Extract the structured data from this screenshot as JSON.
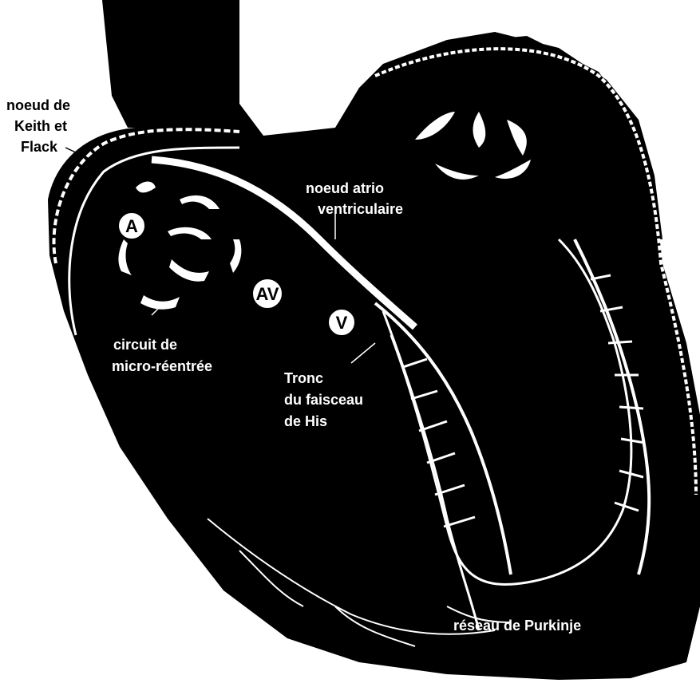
{
  "colors": {
    "ink": "#000000",
    "paper": "#ffffff"
  },
  "labels": {
    "sa_node": [
      "noeud de",
      "Keith et",
      "Flack"
    ],
    "av_node": [
      "noeud atrio",
      "ventriculaire"
    ],
    "micro_circuit": [
      "circuit de",
      "micro-réentrée"
    ],
    "his_trunk": [
      "Tronc",
      "du faisceau",
      "de His"
    ],
    "purkinje": "réseau de Purkinje"
  },
  "badges": {
    "atrium": "A",
    "av": "AV",
    "ventricle": "V"
  }
}
